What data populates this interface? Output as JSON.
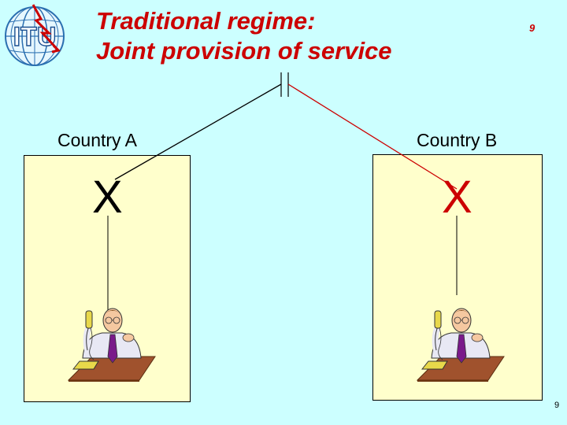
{
  "title": {
    "line1": "Traditional regime:",
    "line2": "Joint provision of service"
  },
  "logo": {
    "text": "ITU",
    "icon": "itu-globe-logo"
  },
  "slide_number_top": "9",
  "slide_number_bottom": "9",
  "country_a": {
    "label": "Country A",
    "exchange_mark": "X",
    "exchange_color": "#000000"
  },
  "country_b": {
    "label": "Country B",
    "exchange_mark": "X",
    "exchange_color": "#cc0000"
  },
  "colors": {
    "background": "#ccffff",
    "title": "#cc0000",
    "country_box": "#ffffcc",
    "line_a": "#000000",
    "line_b": "#cc0000"
  }
}
